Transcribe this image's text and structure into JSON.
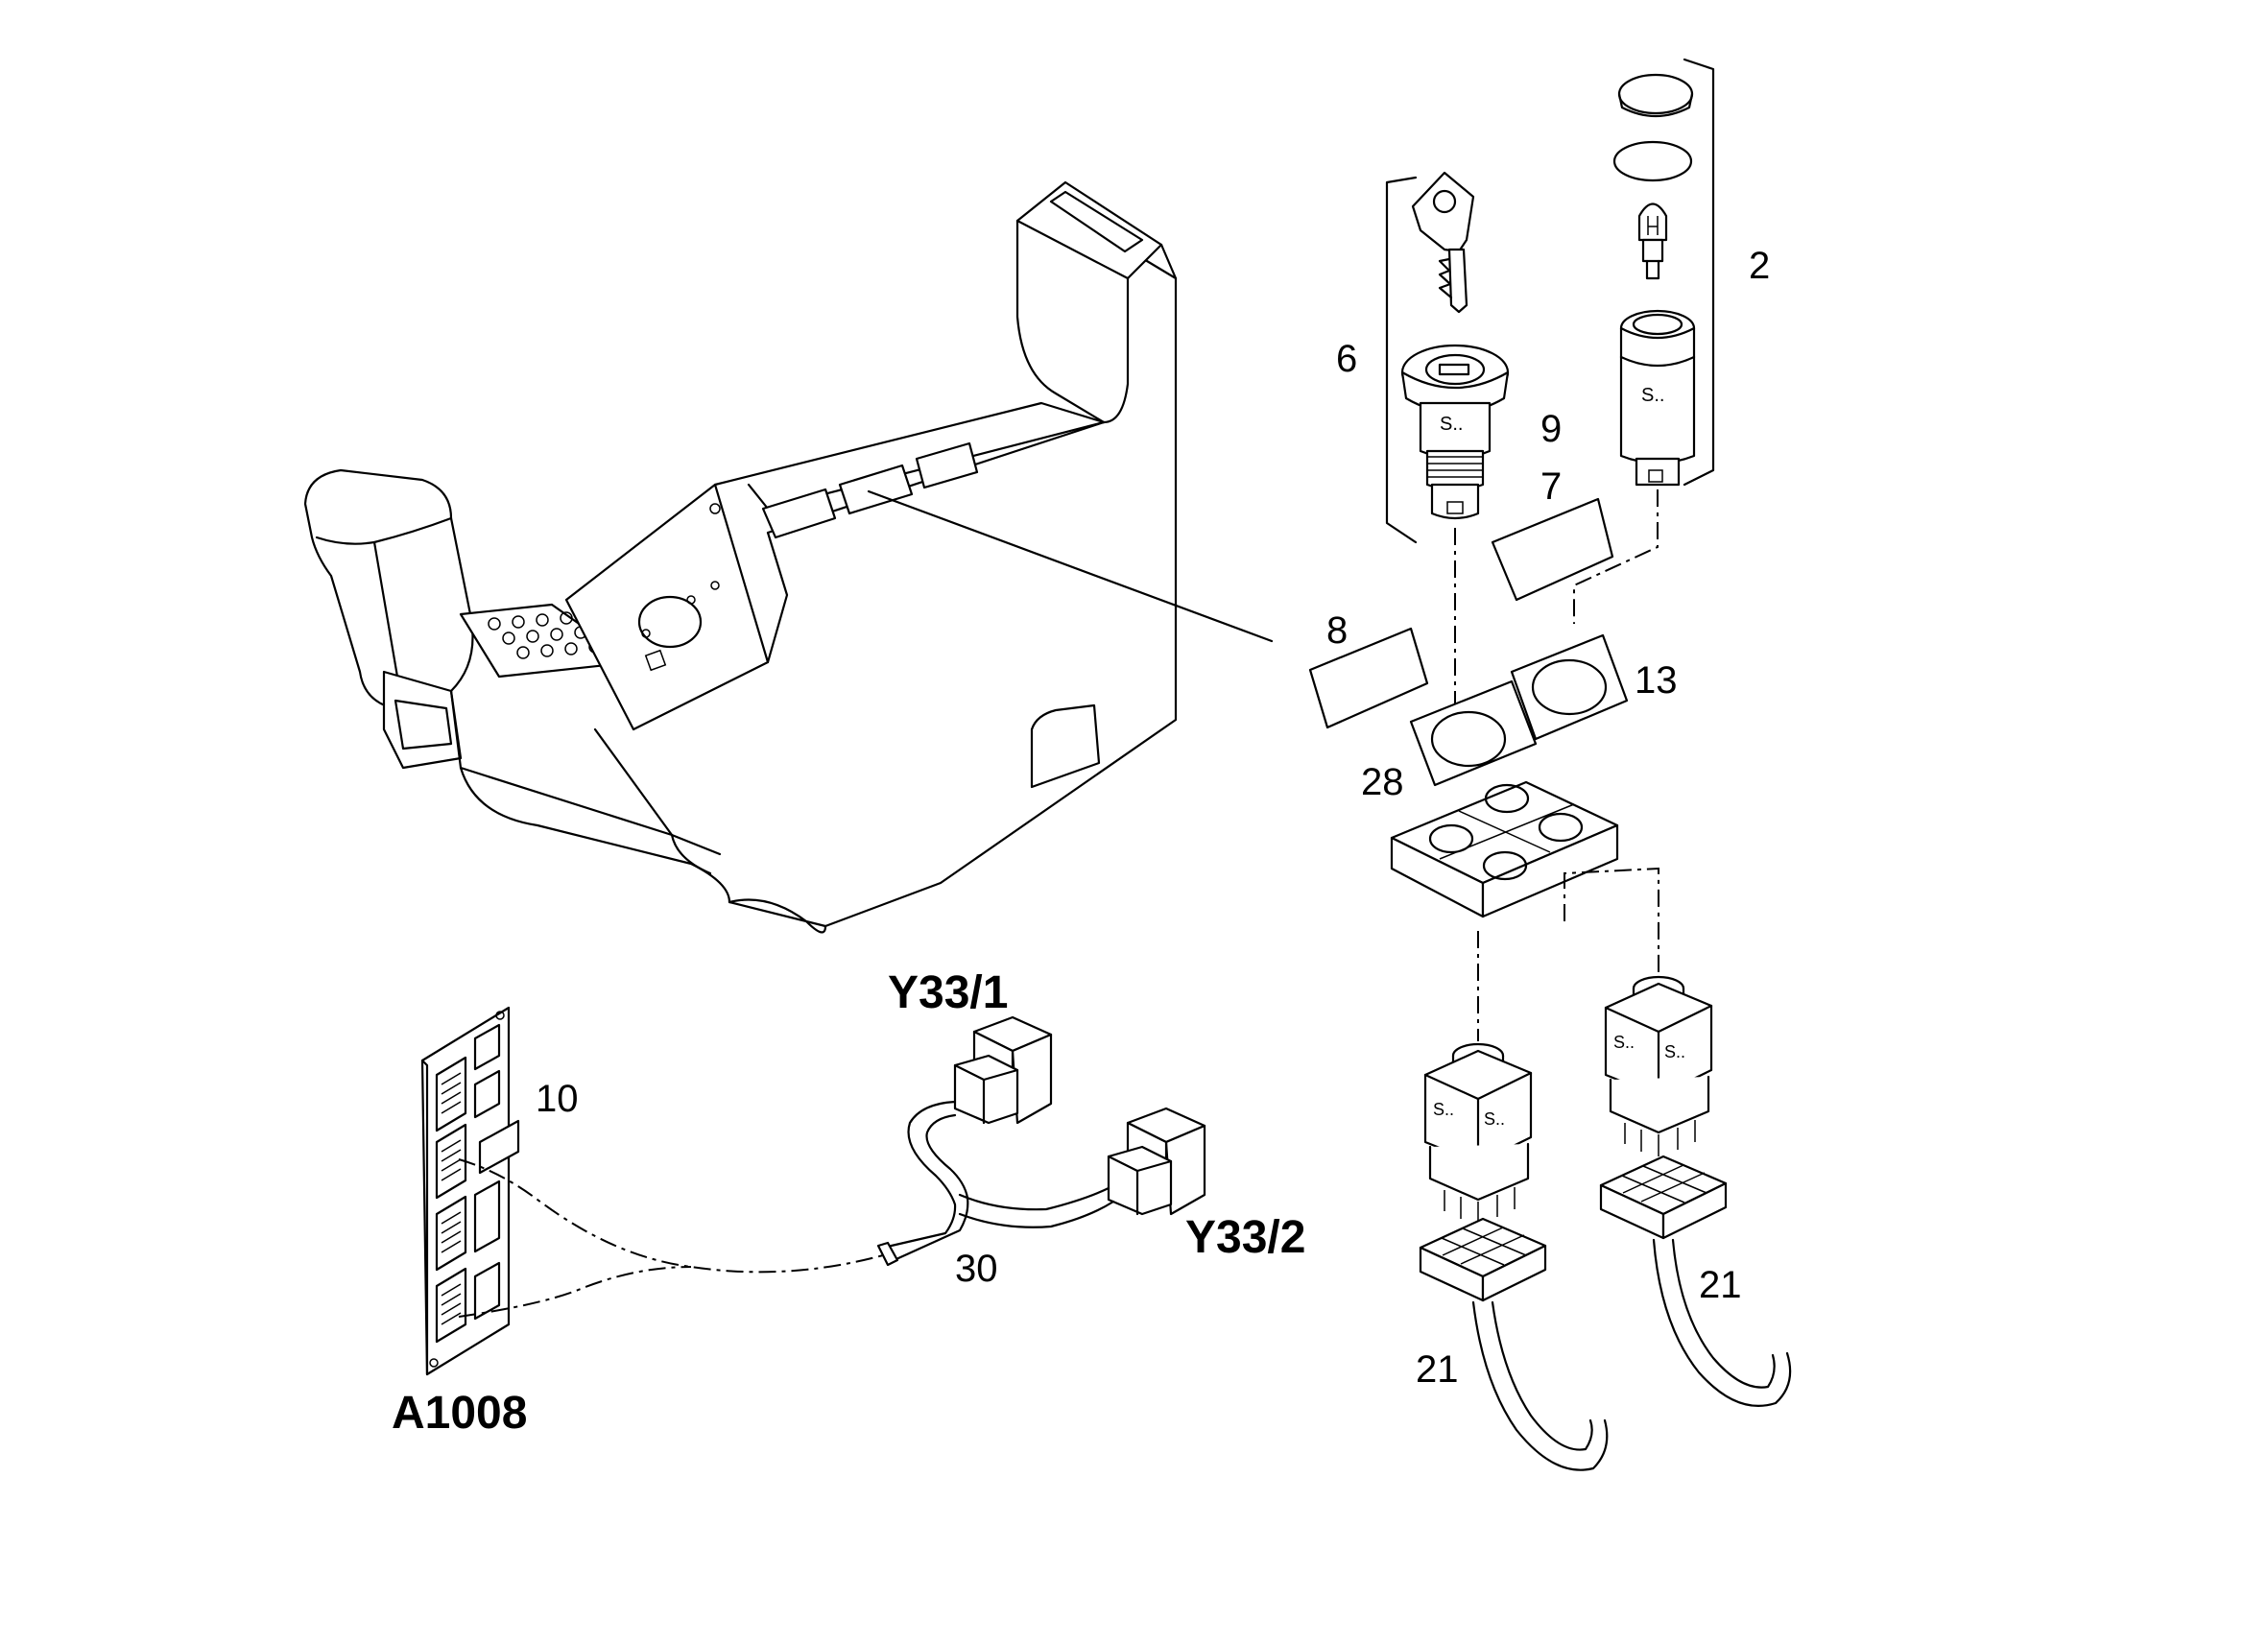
{
  "labels": {
    "item_2": "2",
    "item_6": "6",
    "item_9": "9",
    "item_7": "7",
    "item_8": "8",
    "item_13": "13",
    "item_28": "28",
    "item_10": "10",
    "item_30": "30",
    "item_21_left": "21",
    "item_21_right": "21",
    "ref_y33_1": "Y33/1",
    "ref_y33_2": "Y33/2",
    "ref_a1008": "A1008"
  },
  "part_markings": {
    "lock_marking": "S..",
    "lamp_marking": "S..",
    "switch_left_marking": "S..",
    "switch_right_marking": "S..",
    "switch_left_marking_2": "S..",
    "switch_right_marking_2": "S.."
  },
  "colors": {
    "line": "#000000",
    "background": "#ffffff"
  }
}
